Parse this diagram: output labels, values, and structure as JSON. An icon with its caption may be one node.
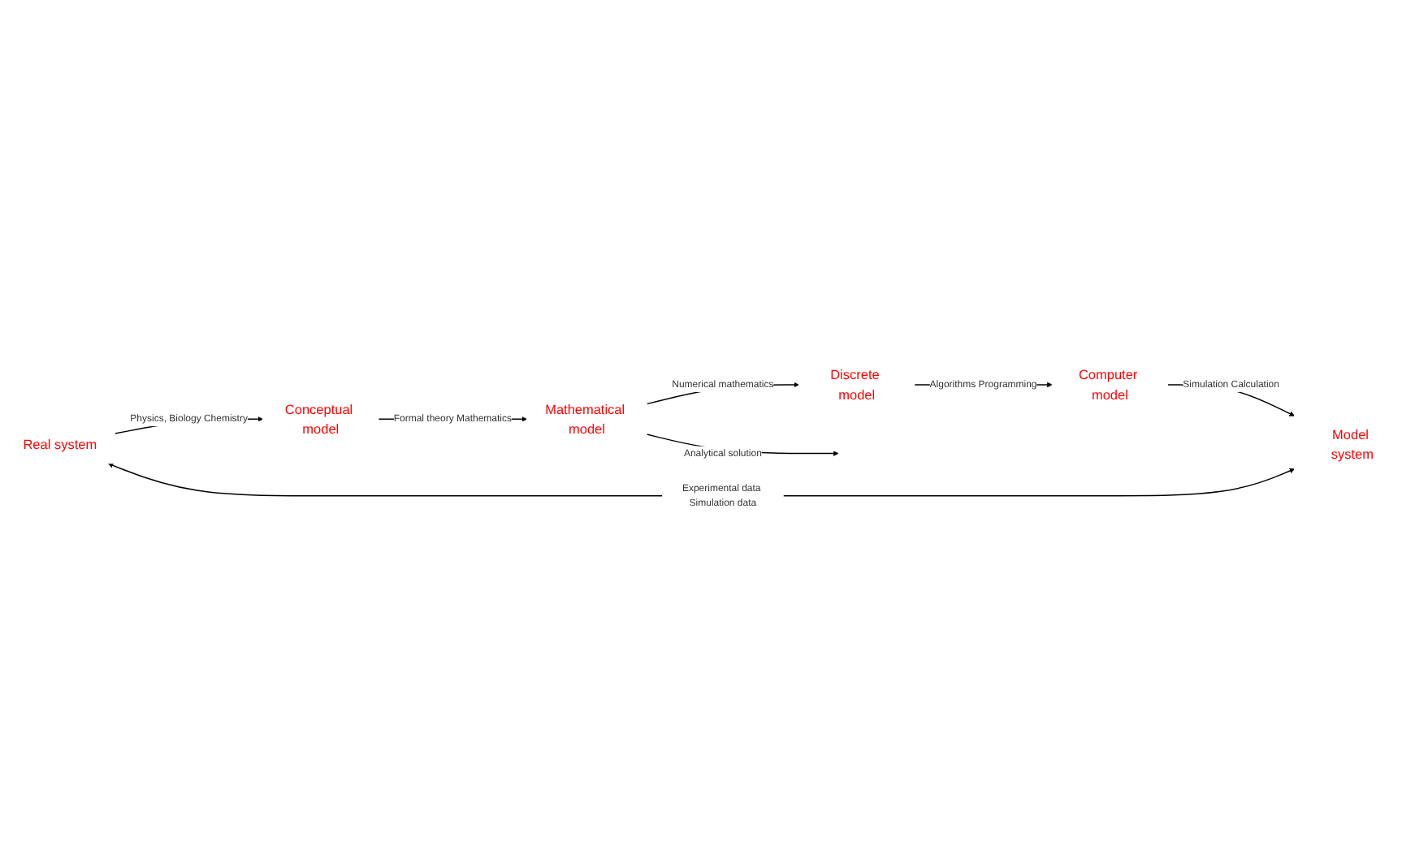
{
  "diagram": {
    "nodes": [
      {
        "text": [
          "Real system"
        ]
      },
      {
        "text": [
          "Conceptual model"
        ]
      },
      {
        "text": [
          "Mathematical model"
        ]
      },
      {
        "text": [
          "Discrete model"
        ]
      },
      {
        "text": [
          "Computer model"
        ]
      },
      {
        "text": [
          "Model system"
        ]
      }
    ],
    "edges": [
      {
        "from": 0,
        "to": 1,
        "arrow": "to",
        "label": "Physics, Biology Chemistry"
      },
      {
        "from": 1,
        "to": 2,
        "arrow": "to",
        "label": "Formal theory Mathematics"
      },
      {
        "from": 2,
        "to": 3,
        "arrow": "to",
        "label": "Numerical mathematics"
      },
      {
        "from": 3,
        "to": 4,
        "arrow": "to",
        "label": "Algorithms Programming"
      },
      {
        "from": 4,
        "to": 5,
        "arrow": "to",
        "label": "Simulation Calculation"
      },
      {
        "from": 0,
        "to": 5,
        "arrow": "both",
        "label": "Experimental data Simulation data"
      },
      {
        "from": 2,
        "to": null,
        "arrow": "to",
        "label": "Analytical solution"
      }
    ]
  }
}
